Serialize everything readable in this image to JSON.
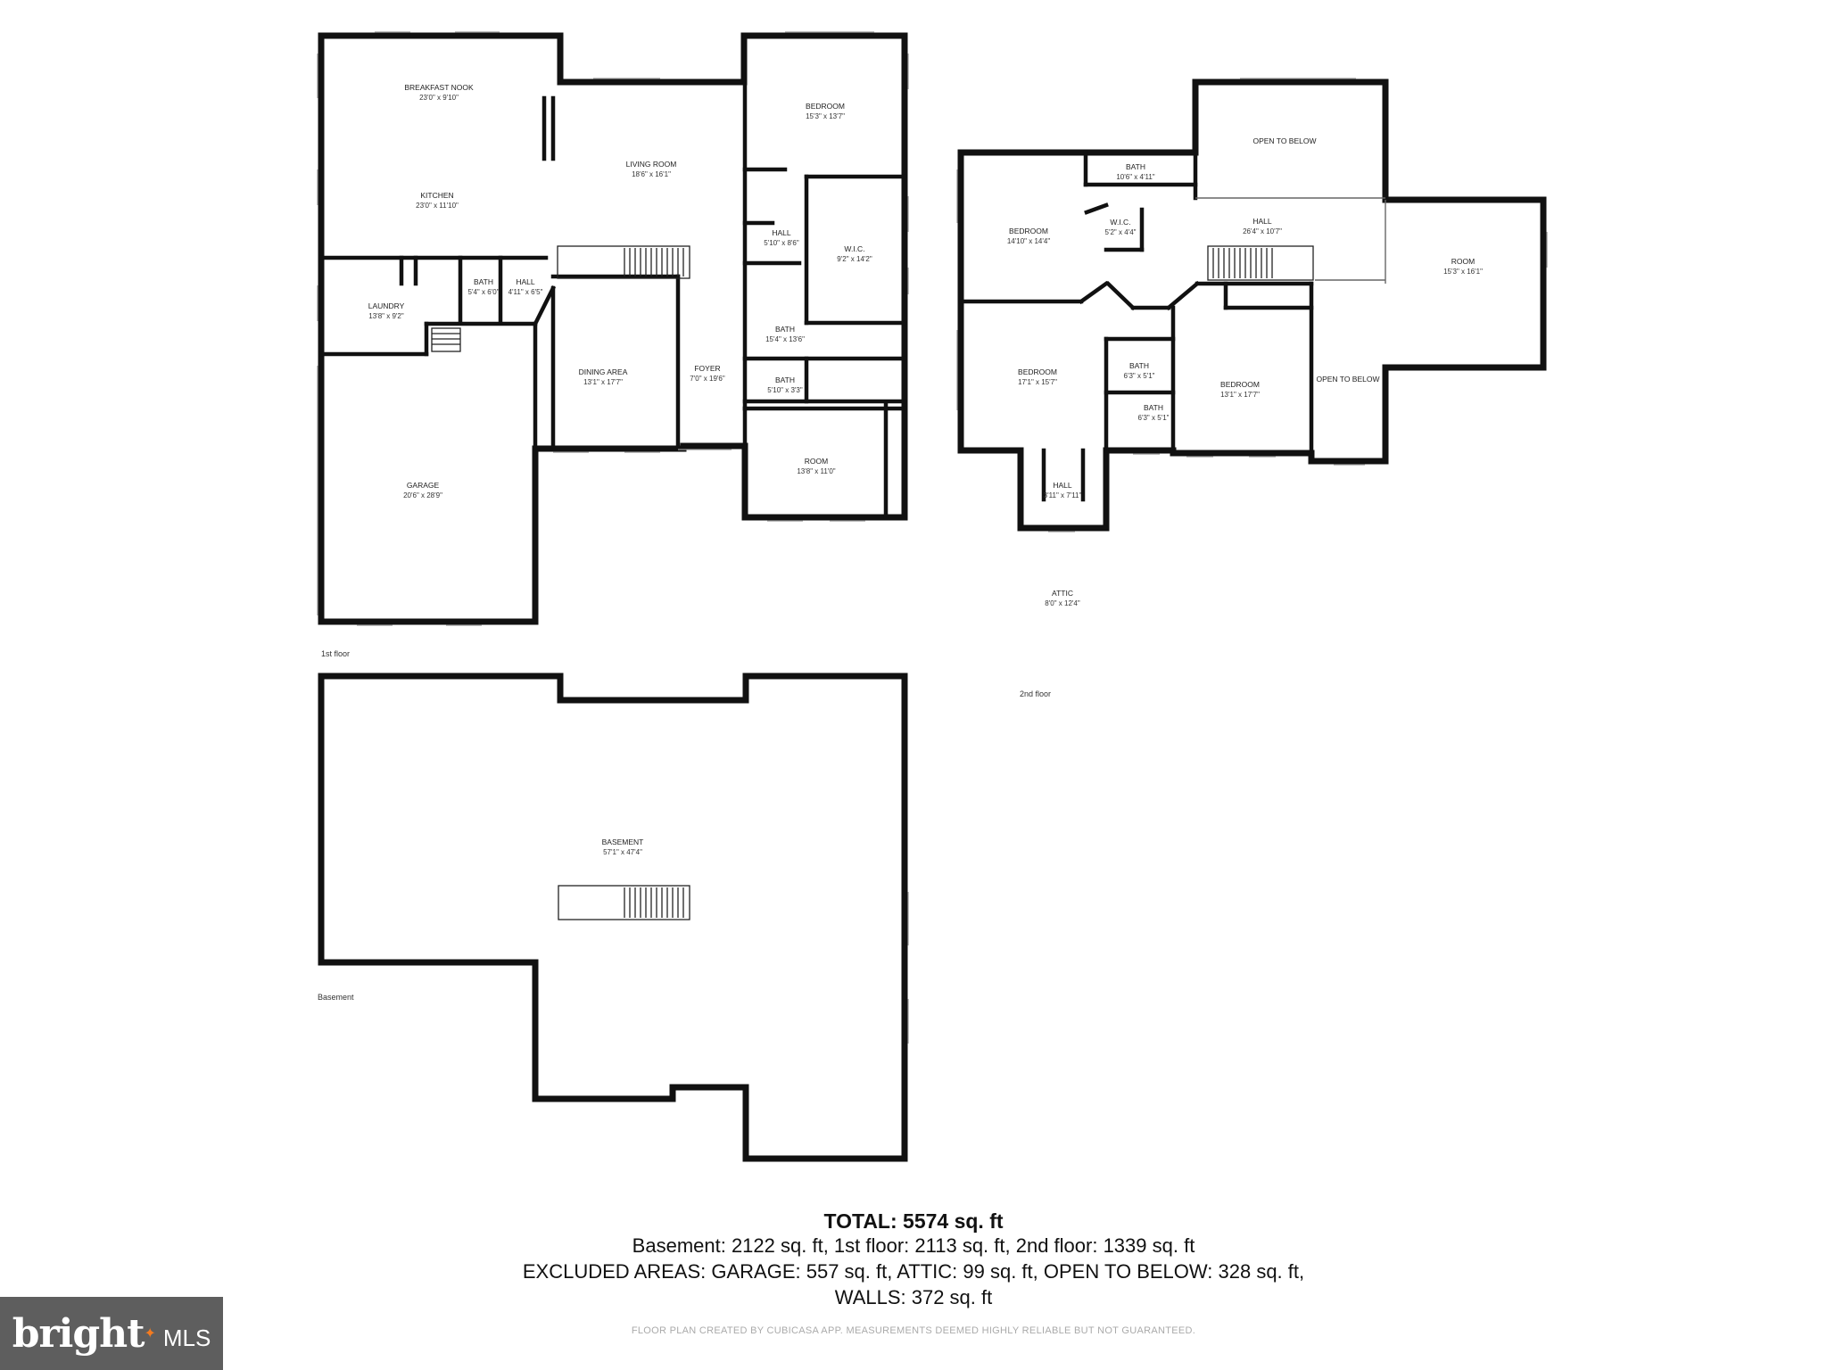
{
  "floors": {
    "first": {
      "label": "1st floor",
      "rooms": [
        {
          "id": "breakfast-nook",
          "name": "BREAKFAST NOOK",
          "dims": "23'0\" x 9'10\""
        },
        {
          "id": "kitchen",
          "name": "KITCHEN",
          "dims": "23'0\" x 11'10\""
        },
        {
          "id": "living-room",
          "name": "LIVING ROOM",
          "dims": "18'6\" x 16'1\""
        },
        {
          "id": "bedroom",
          "name": "BEDROOM",
          "dims": "15'3\" x 13'7\""
        },
        {
          "id": "hall-a",
          "name": "HALL",
          "dims": "5'10\" x 8'6\""
        },
        {
          "id": "wic",
          "name": "W.I.C.",
          "dims": "9'2\" x 14'2\""
        },
        {
          "id": "laundry",
          "name": "LAUNDRY",
          "dims": "13'8\" x 9'2\""
        },
        {
          "id": "bath-a",
          "name": "BATH",
          "dims": "5'4\" x 6'0\""
        },
        {
          "id": "hall-b",
          "name": "HALL",
          "dims": "4'11\" x 6'5\""
        },
        {
          "id": "bath-b",
          "name": "BATH",
          "dims": "15'4\" x 13'6\""
        },
        {
          "id": "dining-area",
          "name": "DINING AREA",
          "dims": "13'1\" x 17'7\""
        },
        {
          "id": "foyer",
          "name": "FOYER",
          "dims": "7'0\" x 19'6\""
        },
        {
          "id": "bath-c",
          "name": "BATH",
          "dims": "5'10\" x 3'3\""
        },
        {
          "id": "room",
          "name": "ROOM",
          "dims": "13'8\" x 11'0\""
        },
        {
          "id": "garage",
          "name": "GARAGE",
          "dims": "20'6\" x 28'9\""
        }
      ]
    },
    "second": {
      "label": "2nd floor",
      "rooms": [
        {
          "id": "open-below-a",
          "name": "OPEN TO BELOW",
          "dims": ""
        },
        {
          "id": "bath-d",
          "name": "BATH",
          "dims": "10'6\" x 4'11\""
        },
        {
          "id": "bedroom-b",
          "name": "BEDROOM",
          "dims": "14'10\" x 14'4\""
        },
        {
          "id": "wic-b",
          "name": "W.I.C.",
          "dims": "5'2\" x 4'4\""
        },
        {
          "id": "hall-c",
          "name": "HALL",
          "dims": "26'4\" x 10'7\""
        },
        {
          "id": "room-b",
          "name": "ROOM",
          "dims": "15'3\" x 16'1\""
        },
        {
          "id": "bedroom-c",
          "name": "BEDROOM",
          "dims": "17'1\" x 15'7\""
        },
        {
          "id": "bath-e",
          "name": "BATH",
          "dims": "6'3\" x 5'1\""
        },
        {
          "id": "bedroom-d",
          "name": "BEDROOM",
          "dims": "13'1\" x 17'7\""
        },
        {
          "id": "open-below-b",
          "name": "OPEN TO BELOW",
          "dims": ""
        },
        {
          "id": "bath-f",
          "name": "BATH",
          "dims": "6'3\" x 5'1\""
        },
        {
          "id": "hall-d",
          "name": "HALL",
          "dims": "3'11\" x 7'11\""
        },
        {
          "id": "attic",
          "name": "ATTIC",
          "dims": "8'0\" x 12'4\""
        }
      ]
    },
    "basement": {
      "label": "Basement",
      "rooms": [
        {
          "id": "basement",
          "name": "BASEMENT",
          "dims": "57'1\" x 47'4\""
        }
      ]
    }
  },
  "totals": {
    "headline": "TOTAL: 5574 sq. ft",
    "line1": "Basement: 2122 sq. ft, 1st floor: 2113 sq. ft, 2nd floor: 1339 sq. ft",
    "line2": "EXCLUDED AREAS: GARAGE: 557 sq. ft, ATTIC: 99 sq. ft, OPEN TO BELOW: 328 sq. ft,",
    "line3": "WALLS: 372 sq. ft"
  },
  "disclaimer": "FLOOR PLAN CREATED BY CUBICASA APP. MEASUREMENTS DEEMED HIGHLY RELIABLE BUT NOT GUARANTEED.",
  "badge": {
    "brand": "bright",
    "suffix": "MLS",
    "background": "#5e5e5e",
    "accent": "#f47b20"
  }
}
